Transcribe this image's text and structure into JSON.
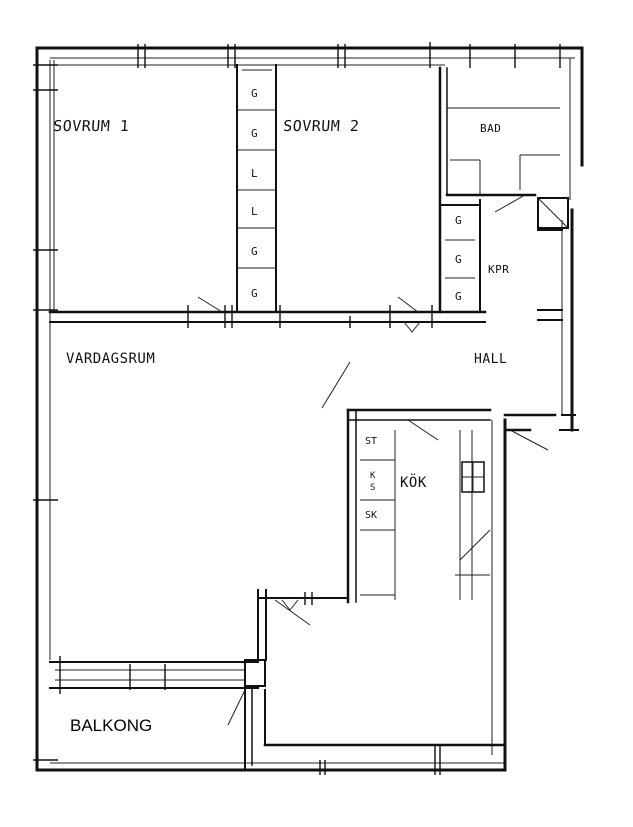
{
  "rooms": {
    "sovrum1": "SOVRUM 1",
    "sovrum2": "SOVRUM 2",
    "bad": "BAD",
    "kpr": "KPR",
    "vardagsrum": "VARDAGSRUM",
    "hall": "HALL",
    "kok": "KÖK",
    "balkong": "BALKONG"
  },
  "wardrobe_codes": {
    "bedroom_column": [
      "G",
      "G",
      "L",
      "L",
      "G",
      "G"
    ],
    "closet_column": [
      "G",
      "G",
      "G"
    ]
  },
  "kitchen_codes": {
    "st": "ST",
    "ks": "K\nS",
    "k": "K",
    "s": "S",
    "sk": "SK"
  },
  "colors": {
    "ink": "#111111",
    "paper": "#ffffff"
  }
}
